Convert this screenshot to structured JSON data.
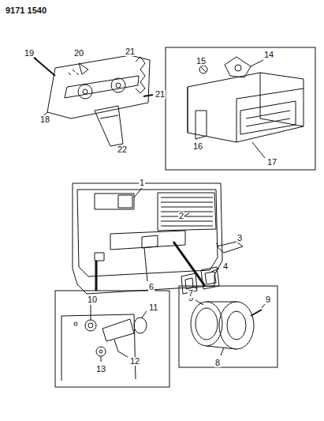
{
  "diagram": {
    "labels": [
      "9171 1540",
      "19",
      "20",
      "21",
      "21",
      "18",
      "22",
      "15",
      "14",
      "16",
      "17",
      "1",
      "2",
      "3",
      "4",
      "5",
      "6",
      "7",
      "9",
      "8",
      "10",
      "11",
      "12",
      "13"
    ]
  }
}
